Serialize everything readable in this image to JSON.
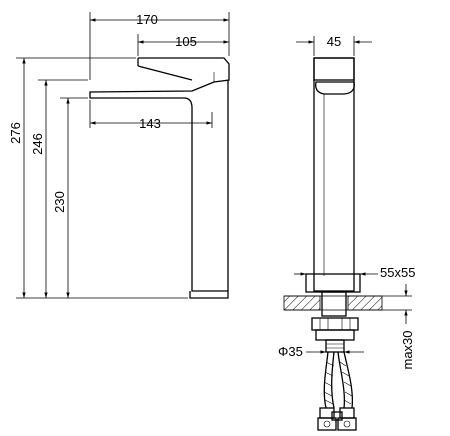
{
  "dimensions": {
    "overall_width": "170",
    "spout_reach": "105",
    "body_width": "143",
    "overall_height": "276",
    "spout_height": "246",
    "body_height": "230",
    "side_width": "45",
    "base_size": "55x55",
    "hole_diameter": "Φ35",
    "max_thickness": "max30"
  },
  "colors": {
    "line": "#000000",
    "background": "#ffffff"
  }
}
